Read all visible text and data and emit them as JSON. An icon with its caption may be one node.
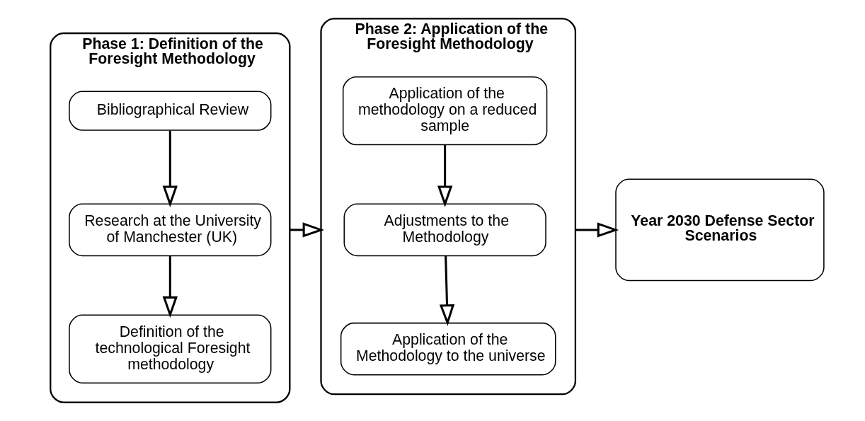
{
  "diagram": {
    "nodes": [
      {
        "text": [
          "Phase 1: Definition of the Foresight Methodology"
        ]
      },
      {
        "text": [
          "Bibliographical Review"
        ],
        "in": 0
      },
      {
        "text": [
          "Research at the University of Manchester (UK)"
        ],
        "in": 0
      },
      {
        "text": [
          "Definition of the technological Foresight methodology"
        ],
        "in": 0
      },
      {
        "text": [
          "Phase 2: Application of the Foresight Methodology"
        ]
      },
      {
        "text": [
          "Application of the methodology on a reduced sample"
        ],
        "in": 4
      },
      {
        "text": [
          "Adjustments to the Methodology"
        ],
        "in": 4
      },
      {
        "text": [
          "Application of the Methodology to the universe"
        ],
        "in": 4
      },
      {
        "text": [
          "Year 2030 Defense Sector Scenarios"
        ]
      }
    ],
    "edges": [
      {
        "from": 1,
        "to": 2,
        "arrow": "to"
      },
      {
        "from": 2,
        "to": 3,
        "arrow": "to"
      },
      {
        "from": 0,
        "to": 4,
        "arrow": "to"
      },
      {
        "from": 5,
        "to": 6,
        "arrow": "to"
      },
      {
        "from": 6,
        "to": 7,
        "arrow": "to"
      },
      {
        "from": 4,
        "to": 8,
        "arrow": "to"
      }
    ]
  }
}
